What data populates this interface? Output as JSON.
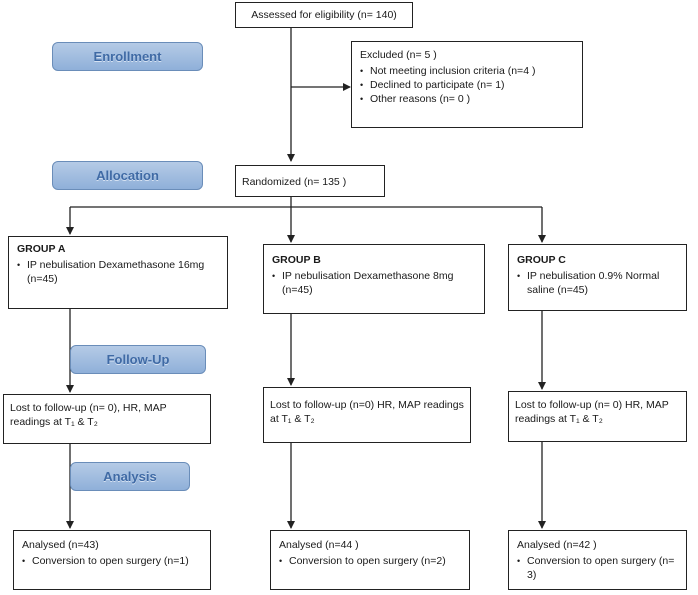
{
  "stages": {
    "enrollment": "Enrollment",
    "allocation": "Allocation",
    "follow_up": "Follow-Up",
    "analysis": "Analysis"
  },
  "assessed": "Assessed for eligibility (n= 140)",
  "excluded": {
    "title": "Excluded  (n= 5 )",
    "items": [
      "Not meeting inclusion criteria (n=4   )",
      "Declined to participate (n=  1)",
      "Other reasons (n= 0 )"
    ]
  },
  "randomized": "Randomized (n= 135 )",
  "groups": [
    {
      "title": "GROUP A",
      "intervention": "IP nebulisation Dexamethasone 16mg (n=45)",
      "follow_up": "Lost to follow-up (n= 0),  HR, MAP readings at T₁ & T₂",
      "analysed": "Analysed  (n=43)",
      "conversion": "Conversion to open surgery (n=1)"
    },
    {
      "title": "GROUP B",
      "intervention": "IP nebulisation Dexamethasone 8mg (n=45)",
      "follow_up": "Lost to follow-up (n=0) HR, MAP readings at T₁ & T₂",
      "analysed": "Analysed  (n=44 )",
      "conversion": "Conversion to open surgery (n=2)"
    },
    {
      "title": "GROUP C",
      "intervention": "IP nebulisation 0.9% Normal saline (n=45)",
      "follow_up": "Lost to follow-up (n=  0) HR, MAP readings at T₁ & T₂",
      "analysed": "Analysed  (n=42 )",
      "conversion": "Conversion to open surgery (n= 3)"
    }
  ]
}
